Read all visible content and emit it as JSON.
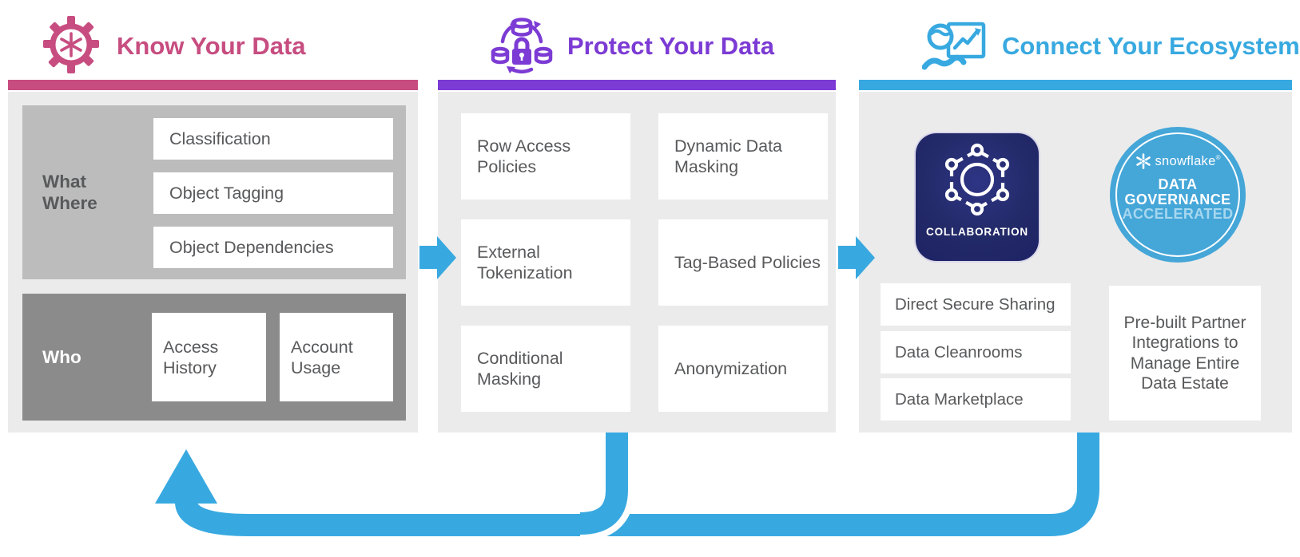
{
  "header": {
    "sections": [
      {
        "title": "Know Your Data"
      },
      {
        "title": "Protect Your Data"
      },
      {
        "title": "Connect Your Ecosystem"
      }
    ]
  },
  "know": {
    "what_where": {
      "label_line1": "What",
      "label_line2": "Where",
      "items": [
        "Classification",
        "Object Tagging",
        "Object Dependencies"
      ]
    },
    "who": {
      "label": "Who",
      "items": [
        "Access History",
        "Account Usage"
      ]
    }
  },
  "protect": {
    "cards": [
      "Row Access Policies",
      "Dynamic Data Masking",
      "External Tokenization",
      "Tag-Based Policies",
      "Conditional Masking",
      "Anonymization"
    ]
  },
  "connect": {
    "collaboration_label": "COLLABORATION",
    "badge": {
      "brand": "snowflake",
      "registered": "®",
      "lines": [
        "DATA",
        "GOVERNANCE",
        "ACCELERATED"
      ]
    },
    "items": [
      "Direct Secure Sharing",
      "Data Cleanrooms",
      "Data Marketplace"
    ],
    "partner_text": "Pre-built Partner Integrations to Manage Entire Data Estate"
  },
  "colors": {
    "know_accent": "#C74D80",
    "protect_accent": "#7C3BD4",
    "connect_accent": "#38A9E0",
    "flow_blue": "#38A9E0",
    "tile_navy": "#232A68",
    "badge_blue": "#45A6D8",
    "panel_gray": "#EBEBEB",
    "what_box_gray": "#BCBCBC",
    "who_box_gray": "#8B8B8B"
  }
}
